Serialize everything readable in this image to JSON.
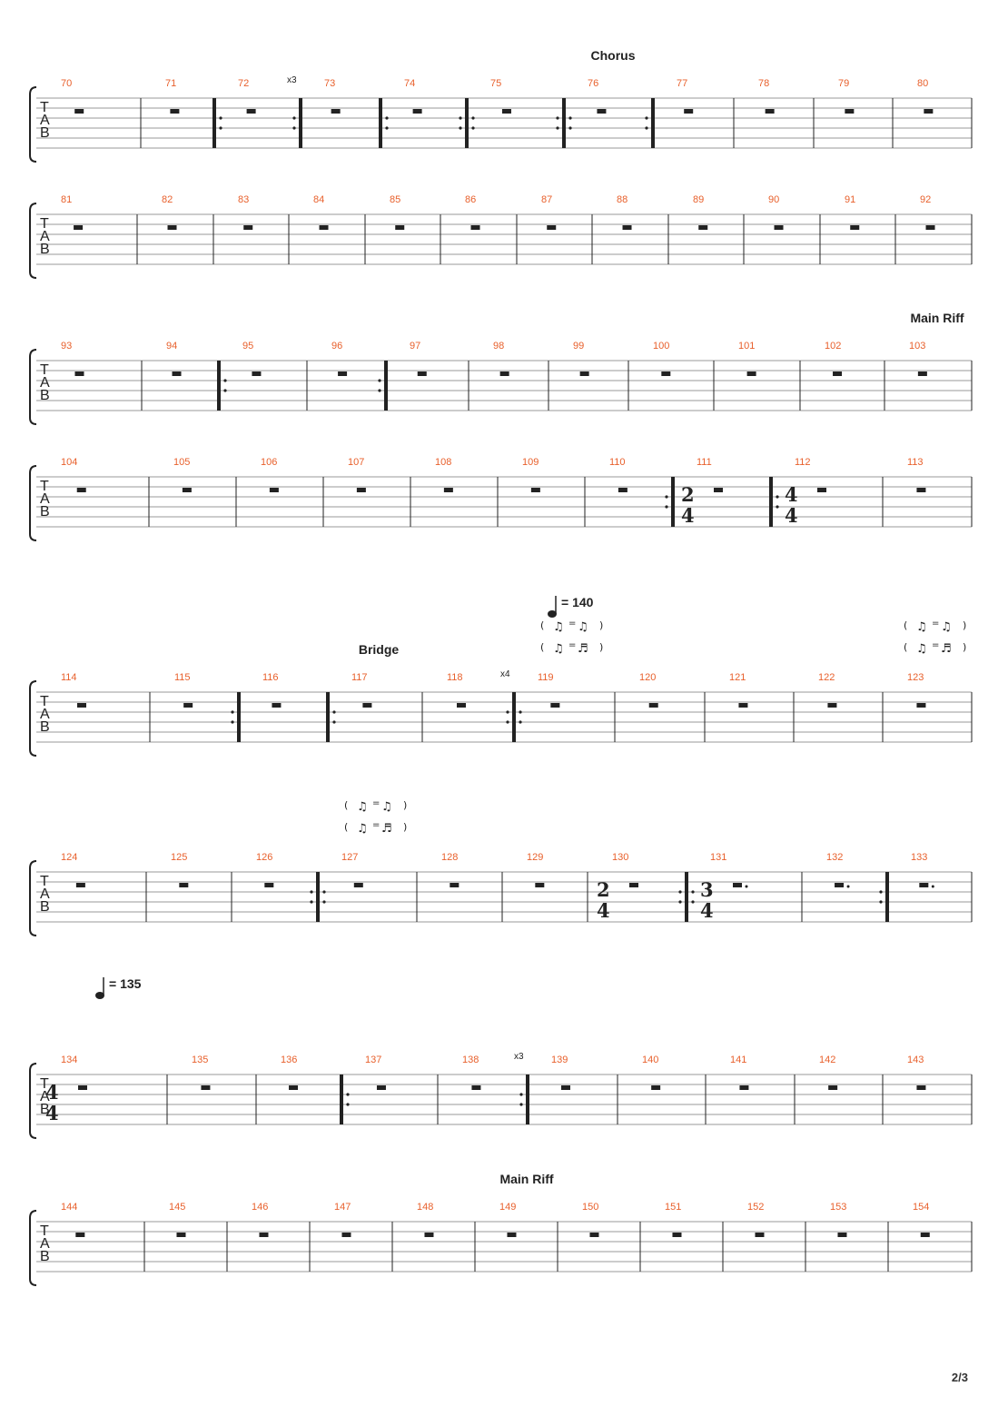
{
  "page_number": "2/3",
  "colors": {
    "bar_number": "#e8602c",
    "ink": "#222222",
    "staff_line": "#999999"
  },
  "tab_clef": [
    "T",
    "A",
    "B"
  ],
  "rows": [
    {
      "section": "Chorus",
      "measures": [
        {
          "n": "70"
        },
        {
          "n": "71"
        },
        {
          "n": "72",
          "repeat_start": true,
          "repeat_end": true,
          "repeat_times": "x3"
        },
        {
          "n": "73"
        },
        {
          "n": "74",
          "repeat_start": true,
          "repeat_end": true
        },
        {
          "n": "75",
          "repeat_start": true,
          "repeat_end": true
        },
        {
          "n": "76",
          "repeat_start": true,
          "repeat_end": true
        },
        {
          "n": "77"
        },
        {
          "n": "78"
        },
        {
          "n": "79"
        },
        {
          "n": "80"
        }
      ]
    },
    {
      "measures": [
        {
          "n": "81"
        },
        {
          "n": "82"
        },
        {
          "n": "83"
        },
        {
          "n": "84"
        },
        {
          "n": "85"
        },
        {
          "n": "86"
        },
        {
          "n": "87"
        },
        {
          "n": "88"
        },
        {
          "n": "89"
        },
        {
          "n": "90"
        },
        {
          "n": "91"
        },
        {
          "n": "92"
        }
      ]
    },
    {
      "section": "Main Riff",
      "measures": [
        {
          "n": "93"
        },
        {
          "n": "94"
        },
        {
          "n": "95",
          "repeat_start": true
        },
        {
          "n": "96",
          "repeat_end": true
        },
        {
          "n": "97"
        },
        {
          "n": "98"
        },
        {
          "n": "99"
        },
        {
          "n": "100"
        },
        {
          "n": "101"
        },
        {
          "n": "102"
        },
        {
          "n": "103"
        }
      ]
    },
    {
      "measures": [
        {
          "n": "104"
        },
        {
          "n": "105"
        },
        {
          "n": "106"
        },
        {
          "n": "107"
        },
        {
          "n": "108"
        },
        {
          "n": "109"
        },
        {
          "n": "110",
          "repeat_end": true
        },
        {
          "n": "111",
          "time": [
            "2",
            "4"
          ]
        },
        {
          "n": "112",
          "repeat_start": true,
          "time": [
            "4",
            "4"
          ]
        },
        {
          "n": "113"
        }
      ]
    },
    {
      "section": "Bridge",
      "tempo": "= 140",
      "measures": [
        {
          "n": "114"
        },
        {
          "n": "115",
          "repeat_end": true
        },
        {
          "n": "116"
        },
        {
          "n": "117",
          "repeat_start": true
        },
        {
          "n": "118",
          "repeat_end": true,
          "repeat_times": "x4"
        },
        {
          "n": "119",
          "repeat_start": true,
          "swing": "triplet"
        },
        {
          "n": "120"
        },
        {
          "n": "121"
        },
        {
          "n": "122"
        },
        {
          "n": "123",
          "swing": "sixteenth"
        }
      ]
    },
    {
      "measures": [
        {
          "n": "124"
        },
        {
          "n": "125"
        },
        {
          "n": "126",
          "repeat_end": true
        },
        {
          "n": "127",
          "repeat_start": true,
          "swing": "straight"
        },
        {
          "n": "128"
        },
        {
          "n": "129"
        },
        {
          "n": "130",
          "time": [
            "2",
            "4"
          ],
          "repeat_end": true
        },
        {
          "n": "131",
          "repeat_start": true,
          "time": [
            "3",
            "4"
          ],
          "dotted": true
        },
        {
          "n": "132",
          "dotted": true,
          "repeat_end": true
        },
        {
          "n": "133",
          "dotted": true
        }
      ]
    },
    {
      "tempo": "= 135",
      "measures": [
        {
          "n": "134",
          "time": [
            "4",
            "4"
          ]
        },
        {
          "n": "135"
        },
        {
          "n": "136"
        },
        {
          "n": "137",
          "repeat_start": true,
          "swing": "triplet"
        },
        {
          "n": "138",
          "repeat_end": true,
          "repeat_times": "x3"
        },
        {
          "n": "139"
        },
        {
          "n": "140",
          "swing": "straight"
        },
        {
          "n": "141"
        },
        {
          "n": "142"
        },
        {
          "n": "143"
        }
      ]
    },
    {
      "section": "Main Riff",
      "measures": [
        {
          "n": "144"
        },
        {
          "n": "145"
        },
        {
          "n": "146"
        },
        {
          "n": "147"
        },
        {
          "n": "148"
        },
        {
          "n": "149"
        },
        {
          "n": "150"
        },
        {
          "n": "151"
        },
        {
          "n": "152"
        },
        {
          "n": "153"
        },
        {
          "n": "154"
        }
      ]
    }
  ]
}
